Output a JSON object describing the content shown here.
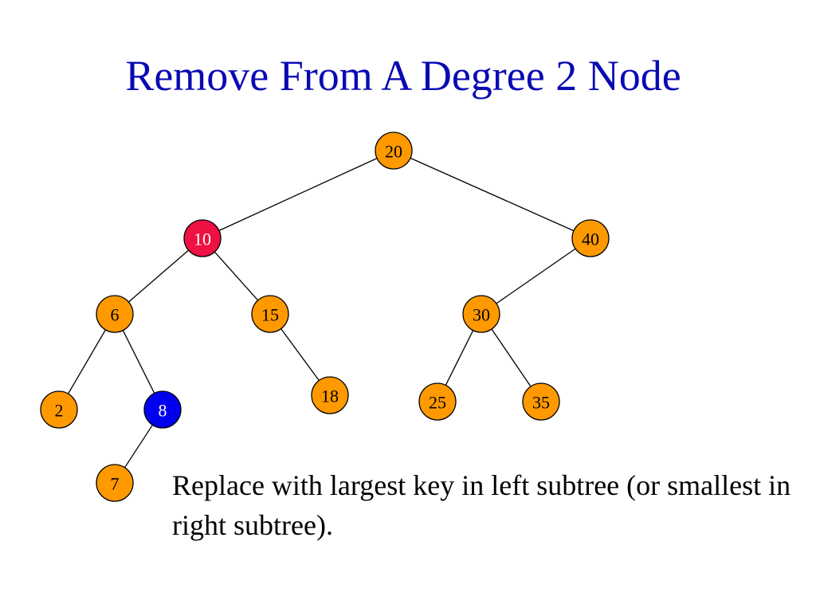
{
  "slide": {
    "title": "Remove From A Degree 2 Node",
    "caption": "Replace with largest key in left subtree (or smallest in right subtree)."
  },
  "tree": {
    "nodes": [
      {
        "id": "n20",
        "label": "20",
        "state": "normal"
      },
      {
        "id": "n10",
        "label": "10",
        "state": "removed"
      },
      {
        "id": "n40",
        "label": "40",
        "state": "normal"
      },
      {
        "id": "n6",
        "label": "6",
        "state": "normal"
      },
      {
        "id": "n15",
        "label": "15",
        "state": "normal"
      },
      {
        "id": "n30",
        "label": "30",
        "state": "normal"
      },
      {
        "id": "n2",
        "label": "2",
        "state": "normal"
      },
      {
        "id": "n8",
        "label": "8",
        "state": "replacement"
      },
      {
        "id": "n18",
        "label": "18",
        "state": "normal"
      },
      {
        "id": "n25",
        "label": "25",
        "state": "normal"
      },
      {
        "id": "n35",
        "label": "35",
        "state": "normal"
      },
      {
        "id": "n7",
        "label": "7",
        "state": "normal"
      }
    ],
    "edges": [
      [
        "n20",
        "n10"
      ],
      [
        "n20",
        "n40"
      ],
      [
        "n10",
        "n6"
      ],
      [
        "n10",
        "n15"
      ],
      [
        "n40",
        "n30"
      ],
      [
        "n6",
        "n2"
      ],
      [
        "n6",
        "n8"
      ],
      [
        "n15",
        "n18"
      ],
      [
        "n30",
        "n25"
      ],
      [
        "n30",
        "n35"
      ],
      [
        "n8",
        "n7"
      ]
    ]
  },
  "colors": {
    "title": "#0a0ab4",
    "node_normal": "#ff9900",
    "node_removed": "#ee1144",
    "node_replacement": "#0000ee",
    "label_normal": "#000000",
    "label_highlight": "#ffffff",
    "edge": "#000000"
  }
}
